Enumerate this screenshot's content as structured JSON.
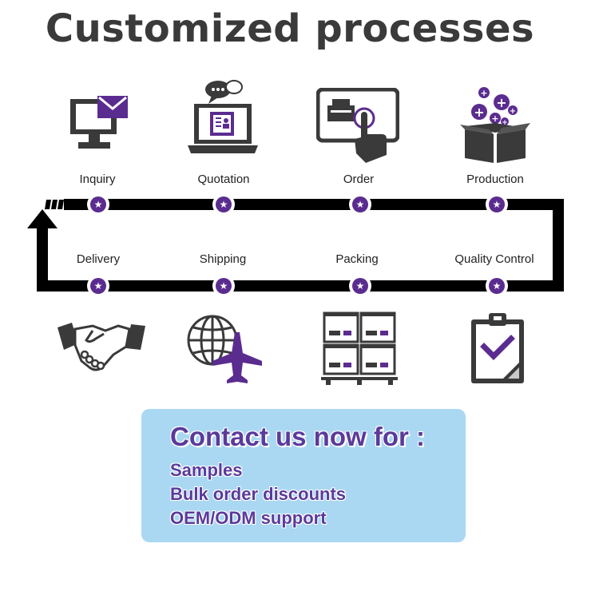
{
  "title": "Customized processes",
  "steps_top": [
    {
      "label": "Inquiry",
      "icon": "email-monitor-icon"
    },
    {
      "label": "Quotation",
      "icon": "laptop-quotation-icon"
    },
    {
      "label": "Order",
      "icon": "touchscreen-order-icon"
    },
    {
      "label": "Production",
      "icon": "box-production-icon"
    }
  ],
  "steps_bottom": [
    {
      "label": "Delivery",
      "icon": "handshake-icon"
    },
    {
      "label": "Shipping",
      "icon": "globe-airplane-icon"
    },
    {
      "label": "Packing",
      "icon": "stacked-boxes-icon"
    },
    {
      "label": "Quality Control",
      "icon": "clipboard-check-icon"
    }
  ],
  "node_glyph": "★",
  "colors": {
    "accent": "#5b2c8f",
    "icon_dark": "#3a3a3a",
    "line": "#000000",
    "contact_bg": "#aad8f3",
    "contact_text": "#5b3a9a"
  },
  "contact": {
    "heading": "Contact us now for :",
    "items": [
      "Samples",
      "Bulk order discounts",
      "OEM/ODM support"
    ]
  }
}
